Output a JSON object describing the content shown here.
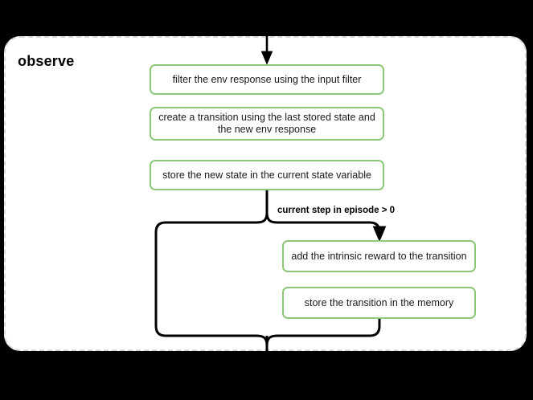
{
  "diagram": {
    "type": "flowchart",
    "group_title": "observe",
    "background_color": "#000000",
    "canvas_color": "#ffffff",
    "node_border_color": "#8cc878",
    "edge_color": "#000000",
    "group_border_color": "#d9d9d9",
    "nodes": [
      {
        "id": "filter",
        "label": "filter the env response using the input filter"
      },
      {
        "id": "create",
        "label": "create a transition using the last stored state and the new env response"
      },
      {
        "id": "store",
        "label": "store the new state in the current state variable"
      },
      {
        "id": "reward",
        "label": "add the intrinsic reward to the transition"
      },
      {
        "id": "memory",
        "label": "store the transition in the memory"
      }
    ],
    "edges": [
      {
        "id": "entry",
        "from": "external-input",
        "to": "filter",
        "label": ""
      },
      {
        "id": "branch-true",
        "from": "store",
        "to": "reward",
        "label": "current step in episode > 0"
      },
      {
        "id": "branch-false",
        "from": "store",
        "to": "merge",
        "label": ""
      },
      {
        "id": "merge-out",
        "from": "merge",
        "to": "external-output",
        "label": ""
      }
    ],
    "edge_labels": {
      "condition": "current step in episode > 0"
    }
  }
}
